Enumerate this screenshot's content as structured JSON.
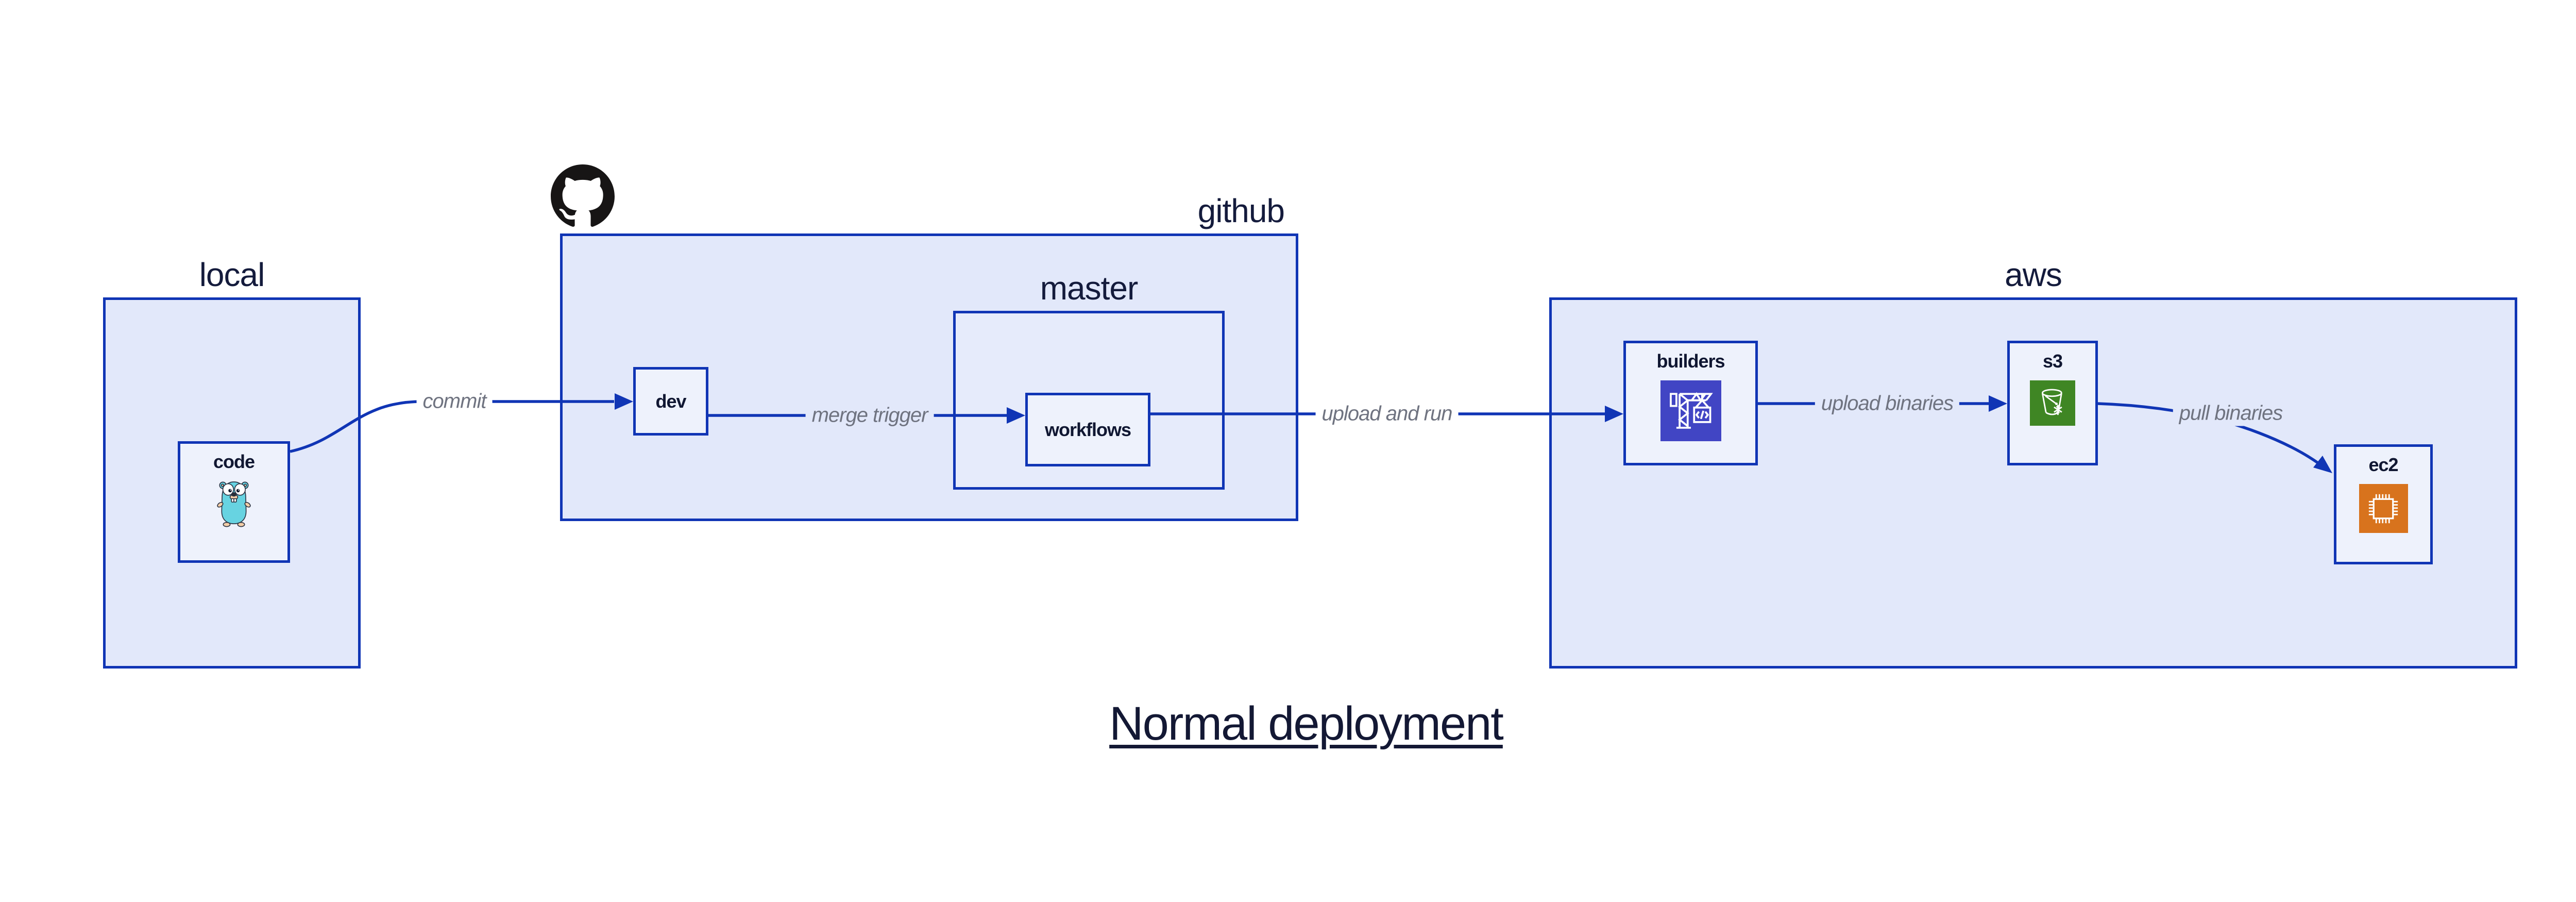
{
  "title": {
    "text": "Normal deployment"
  },
  "containers": {
    "local": {
      "label": "local"
    },
    "github": {
      "label": "github",
      "logo_icon": "github-octocat-icon"
    },
    "master": {
      "label": "master"
    },
    "aws": {
      "label": "aws"
    }
  },
  "nodes": {
    "code": {
      "label": "code",
      "icon": "go-gopher-icon"
    },
    "dev": {
      "label": "dev"
    },
    "workflows": {
      "label": "workflows"
    },
    "builders": {
      "label": "builders",
      "icon": "codebuild-crane-icon"
    },
    "s3": {
      "label": "s3",
      "icon": "s3-glacier-bucket-icon"
    },
    "ec2": {
      "label": "ec2",
      "icon": "ec2-chip-icon"
    }
  },
  "edges": [
    {
      "id": "commit",
      "label": "commit",
      "from": "code",
      "to": "dev"
    },
    {
      "id": "merge-trigger",
      "label": "merge trigger",
      "from": "dev",
      "to": "workflows"
    },
    {
      "id": "upload-and-run",
      "label": "upload and run",
      "from": "workflows",
      "to": "builders"
    },
    {
      "id": "upload-binaries",
      "label": "upload binaries",
      "from": "builders",
      "to": "s3"
    },
    {
      "id": "pull-binaries",
      "label": "pull binaries",
      "from": "s3",
      "to": "ec2"
    }
  ],
  "colors": {
    "border_and_arrow_blue": "#1035b5",
    "container_fill": "#e2e8fa",
    "node_fill": "#eef2fc",
    "edge_label_gray": "#6f7380",
    "label_navy": "#141b3c",
    "title_navy": "#131834",
    "builders_icon_bg": "#4145c4",
    "s3_icon_bg": "#3f8624",
    "ec2_icon_bg": "#d8731d",
    "gopher_body": "#67d3e1",
    "github_logo_black": "#171515"
  }
}
